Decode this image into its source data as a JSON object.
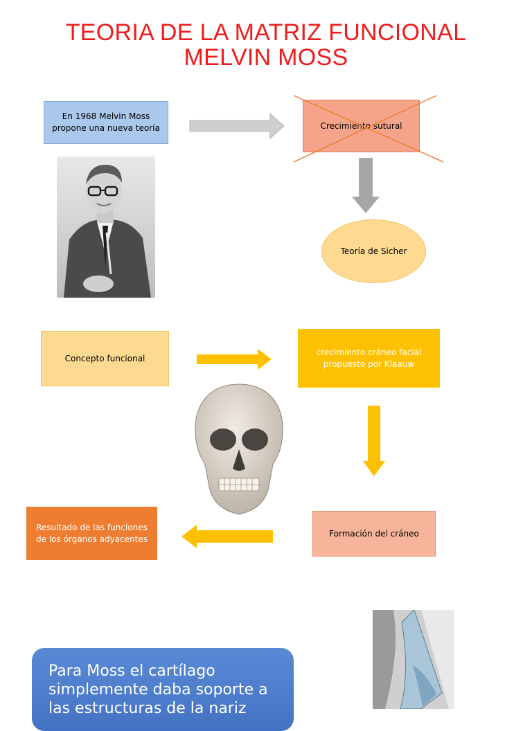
{
  "title": {
    "line1": "TEORIA DE LA MATRIZ FUNCIONAL",
    "line2": "MELVIN MOSS"
  },
  "boxes": {
    "moss_1968": "En 1968 Melvin Moss propone una nueva teoría",
    "sutural": "Crecimiento sutural",
    "sicher": "Teoría de Sicher",
    "concepto": "Concepto funcional",
    "klaauw": "crecimiento cráneo facial propuesto por Klaauw",
    "formacion": "Formación del cráneo",
    "resultado": "Resultado de las funciones de los órganos adyacentes"
  },
  "callout": {
    "text": "Para Moss el cartílago simplemente daba soporte a las estructuras de la nariz"
  },
  "colors": {
    "title": "#ee1c1c",
    "blue_box": "#a9c8ec",
    "salmon_box": "#f5a48a",
    "light_yellow": "#fed992",
    "gold": "#fec102",
    "orange": "#ef7d31",
    "peach": "#f7b49b",
    "gray_arrow": "#c9c9c9",
    "callout_blue": "#4472c4"
  }
}
